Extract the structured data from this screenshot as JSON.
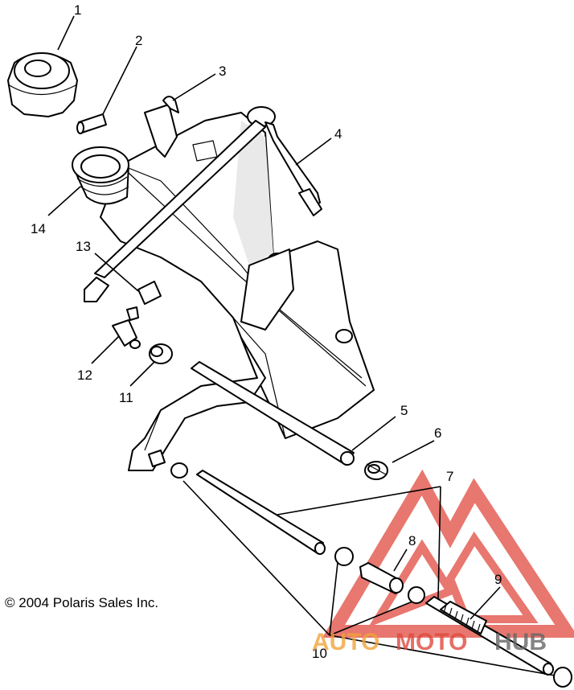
{
  "copyright": "© 2004 Polaris Sales Inc.",
  "callouts": [
    "1",
    "2",
    "3",
    "4",
    "5",
    "6",
    "7",
    "8",
    "9",
    "10",
    "11",
    "12",
    "13",
    "14"
  ],
  "watermark": {
    "auto": "AUTO",
    "moto": "MOTO",
    "hub": "HUB",
    "colors": {
      "red": "#e04a3f",
      "orange": "#f2a33a",
      "gray": "#666666"
    }
  }
}
